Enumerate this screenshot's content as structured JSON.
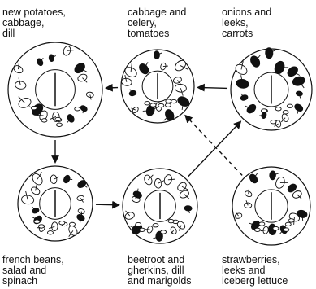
{
  "beds": [
    {
      "id": "bed-1",
      "lines": [
        "new potatoes,",
        "cabbage,",
        "dill"
      ]
    },
    {
      "id": "bed-2",
      "lines": [
        "cabbage and",
        "celery,",
        "tomatoes"
      ]
    },
    {
      "id": "bed-3",
      "lines": [
        "onions and",
        "leeks,",
        "carrots"
      ]
    },
    {
      "id": "bed-4",
      "lines": [
        "french beans,",
        "salad and",
        "spinach"
      ]
    },
    {
      "id": "bed-5",
      "lines": [
        "beetroot and",
        "gherkins, dill",
        "and marigolds"
      ]
    },
    {
      "id": "bed-6",
      "lines": [
        "strawberries,",
        "leeks and",
        "iceberg lettuce"
      ]
    }
  ],
  "rotation": [
    {
      "from": "bed-3",
      "to": "bed-2",
      "style": "solid"
    },
    {
      "from": "bed-2",
      "to": "bed-1",
      "style": "solid"
    },
    {
      "from": "bed-1",
      "to": "bed-4",
      "style": "solid"
    },
    {
      "from": "bed-4",
      "to": "bed-5",
      "style": "solid"
    },
    {
      "from": "bed-5",
      "to": "bed-3",
      "style": "solid"
    },
    {
      "from": "bed-6",
      "to": "bed-2",
      "style": "dashed"
    }
  ]
}
